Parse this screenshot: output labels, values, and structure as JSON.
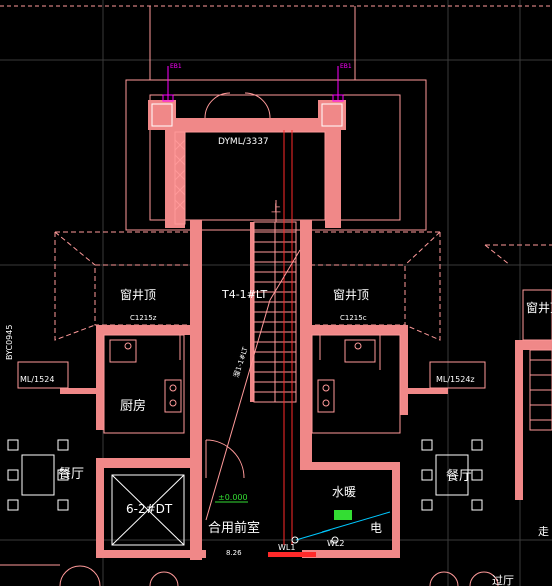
{
  "colors": {
    "background": "#000000",
    "wall": "#f08888",
    "line": "#ff9a9a",
    "dim": "#ffffff",
    "green": "#33dd33",
    "magenta": "#ff00ff",
    "cyan": "#00c8ff",
    "red_mark": "#ff2a2a",
    "grid": "#3a3a3a"
  },
  "labels": {
    "elevator_top": "DYML/3337",
    "stair_up": "上",
    "stair_id": "T4-1#LT",
    "stair_note": "溜1-1#LT",
    "shaft_left": "窗井顶",
    "shaft_left_code": "C1215z",
    "shaft_right": "窗井顶",
    "shaft_right_code": "C1215c",
    "kitchen": "厨房",
    "dining_left": "餐厅",
    "dining_right": "餐厅",
    "elevator_bottom": "6-2#DT",
    "shared_lobby": "合用前室",
    "level_mark": "±0.000",
    "level_sub": "8.26",
    "water_heat": "水暖",
    "electric": "电",
    "wl1": "WL1",
    "wl2": "WL2",
    "ml_left": "ML/1524",
    "ml_right": "ML/1524z",
    "byc_left": "BYC0945",
    "eb_left": "EB1",
    "eb_right": "EB1",
    "edge_right": "走",
    "bottom_right": "过厅"
  }
}
